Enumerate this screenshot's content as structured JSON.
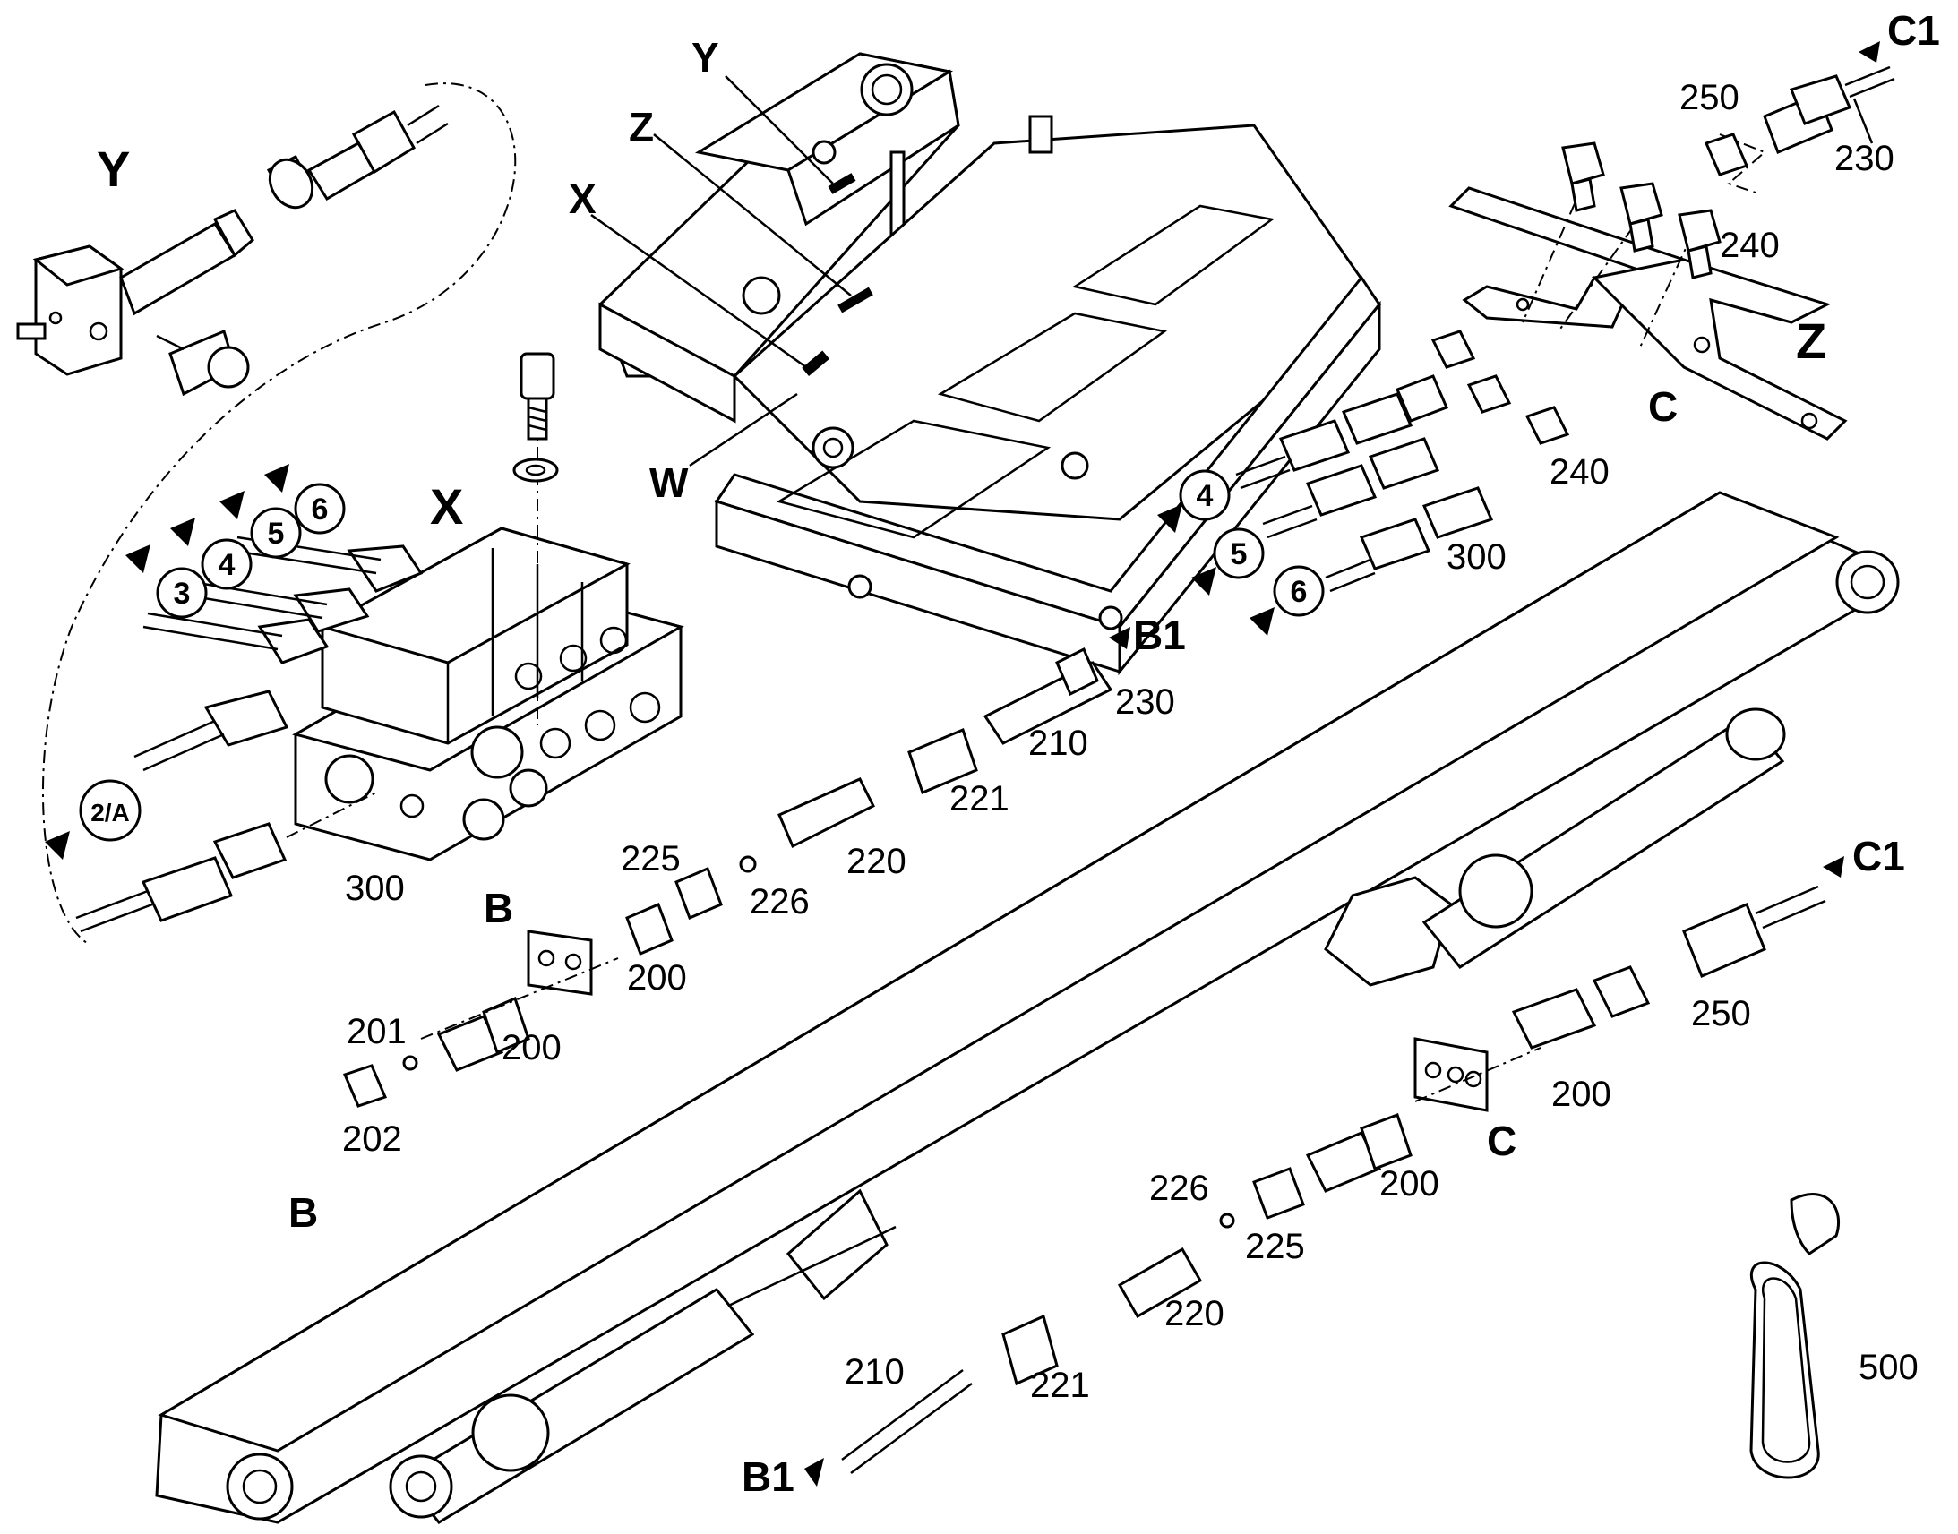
{
  "labels": {
    "y_detail": "Y",
    "x_detail": "X",
    "z_detail": "Z",
    "y_pointer": "Y",
    "z_pointer": "Z",
    "x_pointer": "X",
    "w_pointer": "W",
    "c_top": "C",
    "c_bottom": "C",
    "b_plate": "B",
    "b_boom": "B",
    "b1_mid": "B1",
    "b1_bottom": "B1",
    "c1_top": "C1",
    "c1_right": "C1"
  },
  "circled": {
    "c3": "3",
    "c4": "4",
    "c5": "5",
    "c6": "6",
    "c2a": "2/A",
    "r4": "4",
    "r5": "5",
    "r6": "6"
  },
  "part_numbers": {
    "p300_left": "300",
    "p250_top": "250",
    "p230_top": "230",
    "p240_top": "240",
    "p240_mid": "240",
    "p300_right": "300",
    "p230_mid": "230",
    "p210_mid": "210",
    "p221_mid": "221",
    "p220_mid": "220",
    "p225_mid": "225",
    "p226_mid": "226",
    "p200_a": "200",
    "p201": "201",
    "p200_b": "200",
    "p202": "202",
    "p250_right": "250",
    "p200_c": "200",
    "p200_d": "200",
    "p226_low": "226",
    "p225_low": "225",
    "p220_low": "220",
    "p210_low": "210",
    "p221_low": "221",
    "p500": "500"
  },
  "icons": [
    "arrow-icon",
    "circle-callout-icon"
  ],
  "colors": {
    "line": "#000000",
    "background": "#ffffff"
  }
}
